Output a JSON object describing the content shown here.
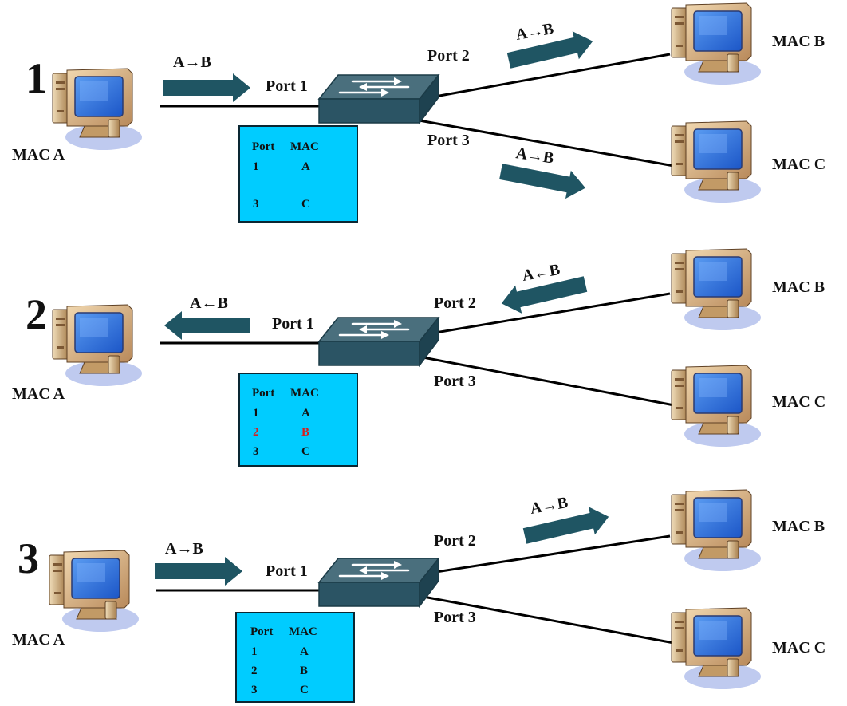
{
  "colors": {
    "switch_top": "#4a6f7d",
    "switch_side": "#234654",
    "arrow": "#1f5563",
    "table_bg": "#00ccff",
    "highlight": "#d42020",
    "link": "#000000"
  },
  "scenarios": [
    {
      "number": "1",
      "host_a": "MAC A",
      "host_b": "MAC B",
      "host_c": "MAC C",
      "port1": "Port 1",
      "port2": "Port 2",
      "port3": "Port 3",
      "flows": [
        {
          "text": "A→B",
          "dir": "right"
        },
        {
          "text": "A→B",
          "dir": "right"
        },
        {
          "text": "A→B",
          "dir": "right"
        }
      ],
      "table": {
        "header": [
          "Port",
          "MAC"
        ],
        "rows": [
          {
            "port": "1",
            "mac": "A",
            "highlight": false
          },
          {
            "port": "",
            "mac": "",
            "highlight": false
          },
          {
            "port": "3",
            "mac": "C",
            "highlight": false
          }
        ]
      }
    },
    {
      "number": "2",
      "host_a": "MAC A",
      "host_b": "MAC B",
      "host_c": "MAC C",
      "port1": "Port 1",
      "port2": "Port 2",
      "port3": "Port 3",
      "flows": [
        {
          "text": "A←B",
          "dir": "left"
        },
        {
          "text": "A←B",
          "dir": "left"
        }
      ],
      "table": {
        "header": [
          "Port",
          "MAC"
        ],
        "rows": [
          {
            "port": "1",
            "mac": "A",
            "highlight": false
          },
          {
            "port": "2",
            "mac": "B",
            "highlight": true
          },
          {
            "port": "3",
            "mac": "C",
            "highlight": false
          }
        ]
      }
    },
    {
      "number": "3",
      "host_a": "MAC A",
      "host_b": "MAC B",
      "host_c": "MAC C",
      "port1": "Port 1",
      "port2": "Port 2",
      "port3": "Port 3",
      "flows": [
        {
          "text": "A→B",
          "dir": "right"
        },
        {
          "text": "A→B",
          "dir": "right"
        }
      ],
      "table": {
        "header": [
          "Port",
          "MAC"
        ],
        "rows": [
          {
            "port": "1",
            "mac": "A",
            "highlight": false
          },
          {
            "port": "2",
            "mac": "B",
            "highlight": false
          },
          {
            "port": "3",
            "mac": "C",
            "highlight": false
          }
        ]
      }
    }
  ]
}
